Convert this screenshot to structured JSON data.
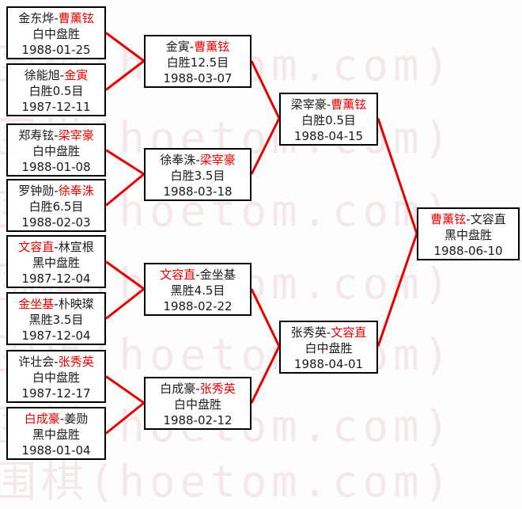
{
  "colors": {
    "win": "#e60000",
    "line": "#e60000",
    "watermark": "#f4e8e8",
    "border": "#000000"
  },
  "watermark": {
    "text": "围棋(hoetom.com)"
  },
  "rounds": {
    "r1": [
      {
        "pre": "金东烨-",
        "win": "曹薰铉",
        "post": "",
        "result": "白中盘胜",
        "date": "1988-01-25"
      },
      {
        "pre": "徐能旭-",
        "win": "金寅",
        "post": "",
        "result": "白胜0.5目",
        "date": "1987-12-11"
      },
      {
        "pre": "郑寿铉-",
        "win": "梁宰豪",
        "post": "",
        "result": "白中盘胜",
        "date": "1988-01-08"
      },
      {
        "pre": "罗钟勋-",
        "win": "徐奉洙",
        "post": "",
        "result": "白胜6.5目",
        "date": "1988-02-03"
      },
      {
        "pre": "",
        "win": "文容直",
        "post": "-林宣根",
        "result": "黑中盘胜",
        "date": "1987-12-04"
      },
      {
        "pre": "",
        "win": "金坐基",
        "post": "-朴映璨",
        "result": "黑胜3.5目",
        "date": "1987-12-04"
      },
      {
        "pre": "许壮会-",
        "win": "张秀英",
        "post": "",
        "result": "白中盘胜",
        "date": "1987-12-17"
      },
      {
        "pre": "",
        "win": "白成豪",
        "post": "-姜勋",
        "result": "黑中盘胜",
        "date": "1988-01-04"
      }
    ],
    "r2": [
      {
        "pre": "金寅-",
        "win": "曹薰铉",
        "post": "",
        "result": "白胜12.5目",
        "date": "1988-03-07"
      },
      {
        "pre": "徐奉洙-",
        "win": "梁宰豪",
        "post": "",
        "result": "白胜3.5目",
        "date": "1988-03-18"
      },
      {
        "pre": "",
        "win": "文容直",
        "post": "-金坐基",
        "result": "黑胜4.5目",
        "date": "1988-02-22"
      },
      {
        "pre": "白成豪-",
        "win": "张秀英",
        "post": "",
        "result": "白中盘胜",
        "date": "1988-02-12"
      }
    ],
    "sf": [
      {
        "pre": "梁宰豪-",
        "win": "曹薰铉",
        "post": "",
        "result": "白胜0.5目",
        "date": "1988-04-15"
      },
      {
        "pre": "张秀英-",
        "win": "文容直",
        "post": "",
        "result": "白中盘胜",
        "date": "1988-04-01"
      }
    ],
    "f": [
      {
        "pre": "",
        "win": "曹薰铉",
        "post": "-文容直",
        "result": "黑中盘胜",
        "date": "1988-06-10"
      }
    ]
  }
}
